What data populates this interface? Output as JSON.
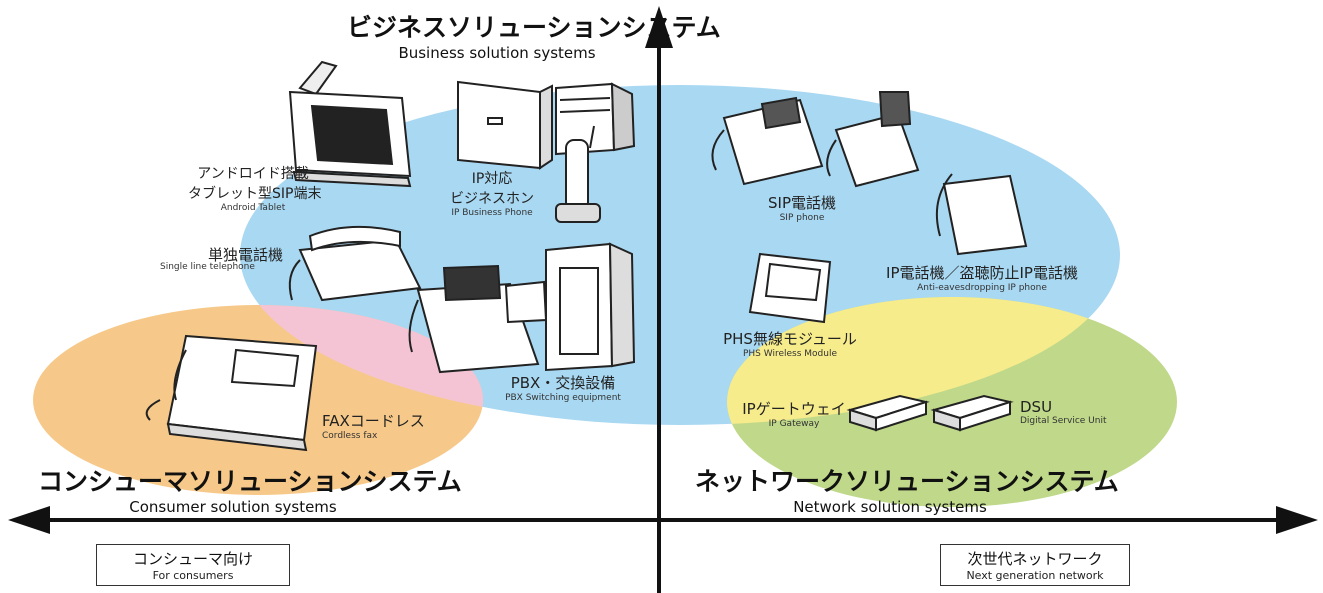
{
  "quadrants": {
    "business": {
      "title": "ビジネスソリューションシステム",
      "subtitle": "Business solution systems"
    },
    "consumer": {
      "title": "コンシューマソリューションシステム",
      "subtitle": "Consumer solution systems"
    },
    "network": {
      "title": "ネットワークソリューションシステム",
      "subtitle": "Network solution systems"
    }
  },
  "axis": {
    "left_box": {
      "jp": "コンシューマ向け",
      "en": "For consumers"
    },
    "right_box": {
      "jp": "次世代ネットワーク",
      "en": "Next generation network"
    }
  },
  "products": {
    "android_tablet": {
      "jp_line1": "アンドロイド搭載",
      "jp_line2": "タブレット型SIP端末",
      "en": "Android Tablet"
    },
    "ip_business_phone": {
      "jp_line1": "IP対応",
      "jp_line2": "ビジネスホン",
      "en": "IP Business Phone"
    },
    "single_line": {
      "jp": "単独電話機",
      "en": "Single line telephone"
    },
    "pbx": {
      "jp": "PBX・交換設備",
      "en": "PBX Switching equipment"
    },
    "fax": {
      "jp": "FAXコードレス",
      "en": "Cordless fax"
    },
    "sip_phone": {
      "jp": "SIP電話機",
      "en": "SIP phone"
    },
    "anti_eaves": {
      "jp": "IP電話機／盗聴防止IP電話機",
      "en": "Anti-eavesdropping IP phone"
    },
    "phs": {
      "jp": "PHS無線モジュール",
      "en": "PHS Wireless Module"
    },
    "ip_gateway": {
      "jp": "IPゲートウェイ",
      "en": "IP Gateway"
    },
    "dsu": {
      "jp": "DSU",
      "en": "Digital Service Unit"
    }
  },
  "colors": {
    "business": "#a9d8f2",
    "consumer": "#f6c98a",
    "network": "#bfd88a",
    "overlap_business_consumer": "#f4c4d4",
    "overlap_business_network": "#f7ec8c",
    "axis": "#111111"
  }
}
